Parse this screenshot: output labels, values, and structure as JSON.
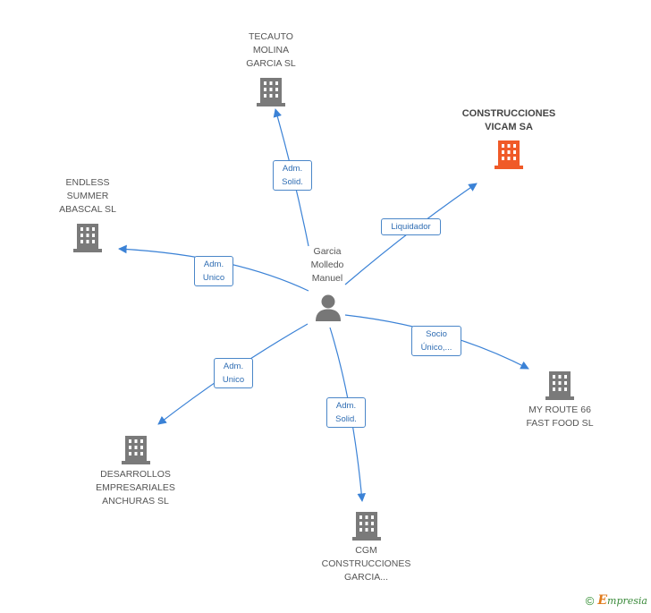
{
  "center": {
    "name": "Garcia\nMolledo\nManuel"
  },
  "nodes": [
    {
      "id": "tecauto",
      "name": "TECAUTO\nMOLINA\nGARCIA SL",
      "highlight": false
    },
    {
      "id": "vicam",
      "name": "CONSTRUCCIONES\nVICAM SA",
      "highlight": true
    },
    {
      "id": "endless",
      "name": "ENDLESS\nSUMMER\nABASCAL  SL",
      "highlight": false
    },
    {
      "id": "myroute",
      "name": "MY ROUTE 66\nFAST FOOD SL",
      "highlight": false
    },
    {
      "id": "desarrollos",
      "name": "DESARROLLOS\nEMPRESARIALES\nANCHURAS SL",
      "highlight": false
    },
    {
      "id": "cgm",
      "name": "CGM\nCONSTRUCCIONES\nGARCIA...",
      "highlight": false
    }
  ],
  "edges": [
    {
      "to": "tecauto",
      "label": "Adm.\nSolid."
    },
    {
      "to": "vicam",
      "label": "Liquidador"
    },
    {
      "to": "endless",
      "label": "Adm.\nUnico"
    },
    {
      "to": "myroute",
      "label": "Socio\nÚnico,..."
    },
    {
      "to": "desarrollos",
      "label": "Adm.\nUnico"
    },
    {
      "to": "cgm",
      "label": "Adm.\nSolid."
    }
  ],
  "colors": {
    "edge": "#3b82d6",
    "building": "#7a7a7a",
    "building_highlight": "#f05a28",
    "person": "#777777"
  },
  "footer": {
    "copyright": "©",
    "brand_initial": "E",
    "brand_rest": "mpresia"
  }
}
